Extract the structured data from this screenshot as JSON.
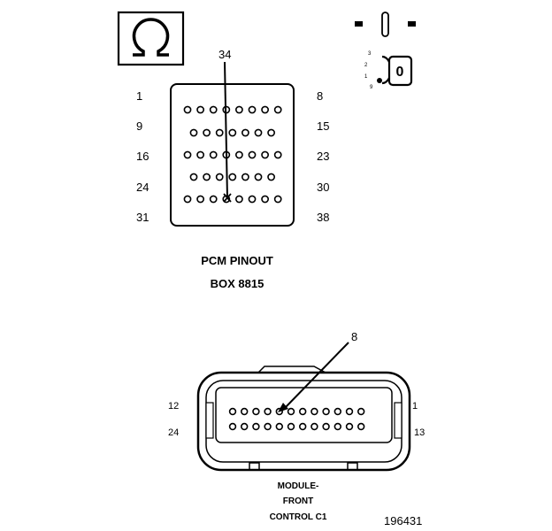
{
  "pcm": {
    "callout": "34",
    "row_labels": {
      "left": [
        "1",
        "9",
        "16",
        "24",
        "31"
      ],
      "right": [
        "8",
        "15",
        "23",
        "30",
        "38"
      ]
    },
    "title_line1": "PCM PINOUT",
    "title_line2": "BOX 8815"
  },
  "ignition": {
    "position_numbers": [
      "3",
      "2",
      "1",
      "9"
    ],
    "key_label": "0"
  },
  "mfc": {
    "callout": "8",
    "pin_labels": {
      "top_left": "12",
      "bottom_left": "24",
      "top_right": "1",
      "bottom_right": "13"
    },
    "title_line1": "MODULE-",
    "title_line2": "FRONT",
    "title_line3": "CONTROL C1"
  },
  "figure_number": "196431",
  "icons": [
    "omega-symbol-icon",
    "ignition-switch-icon",
    "ignition-key-icon"
  ]
}
